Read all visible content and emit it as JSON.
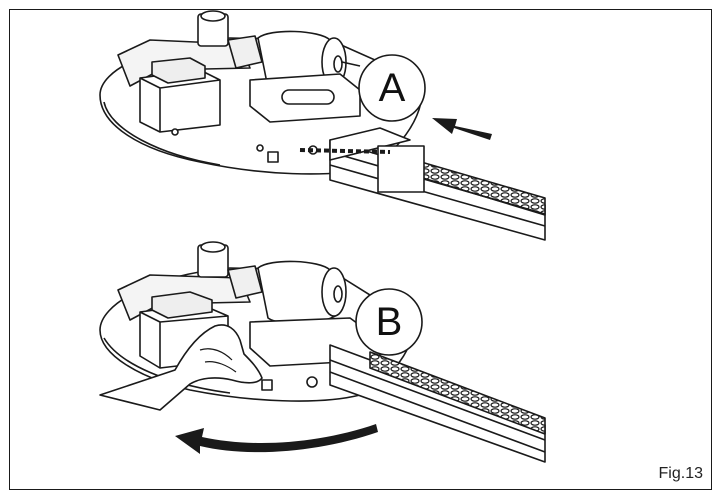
{
  "callouts": {
    "a": "A",
    "b": "B"
  },
  "figure_label": "Fig.13",
  "colors": {
    "line": "#1a1a1a",
    "fill": "#ffffff",
    "shade": "#e6e6e6"
  }
}
